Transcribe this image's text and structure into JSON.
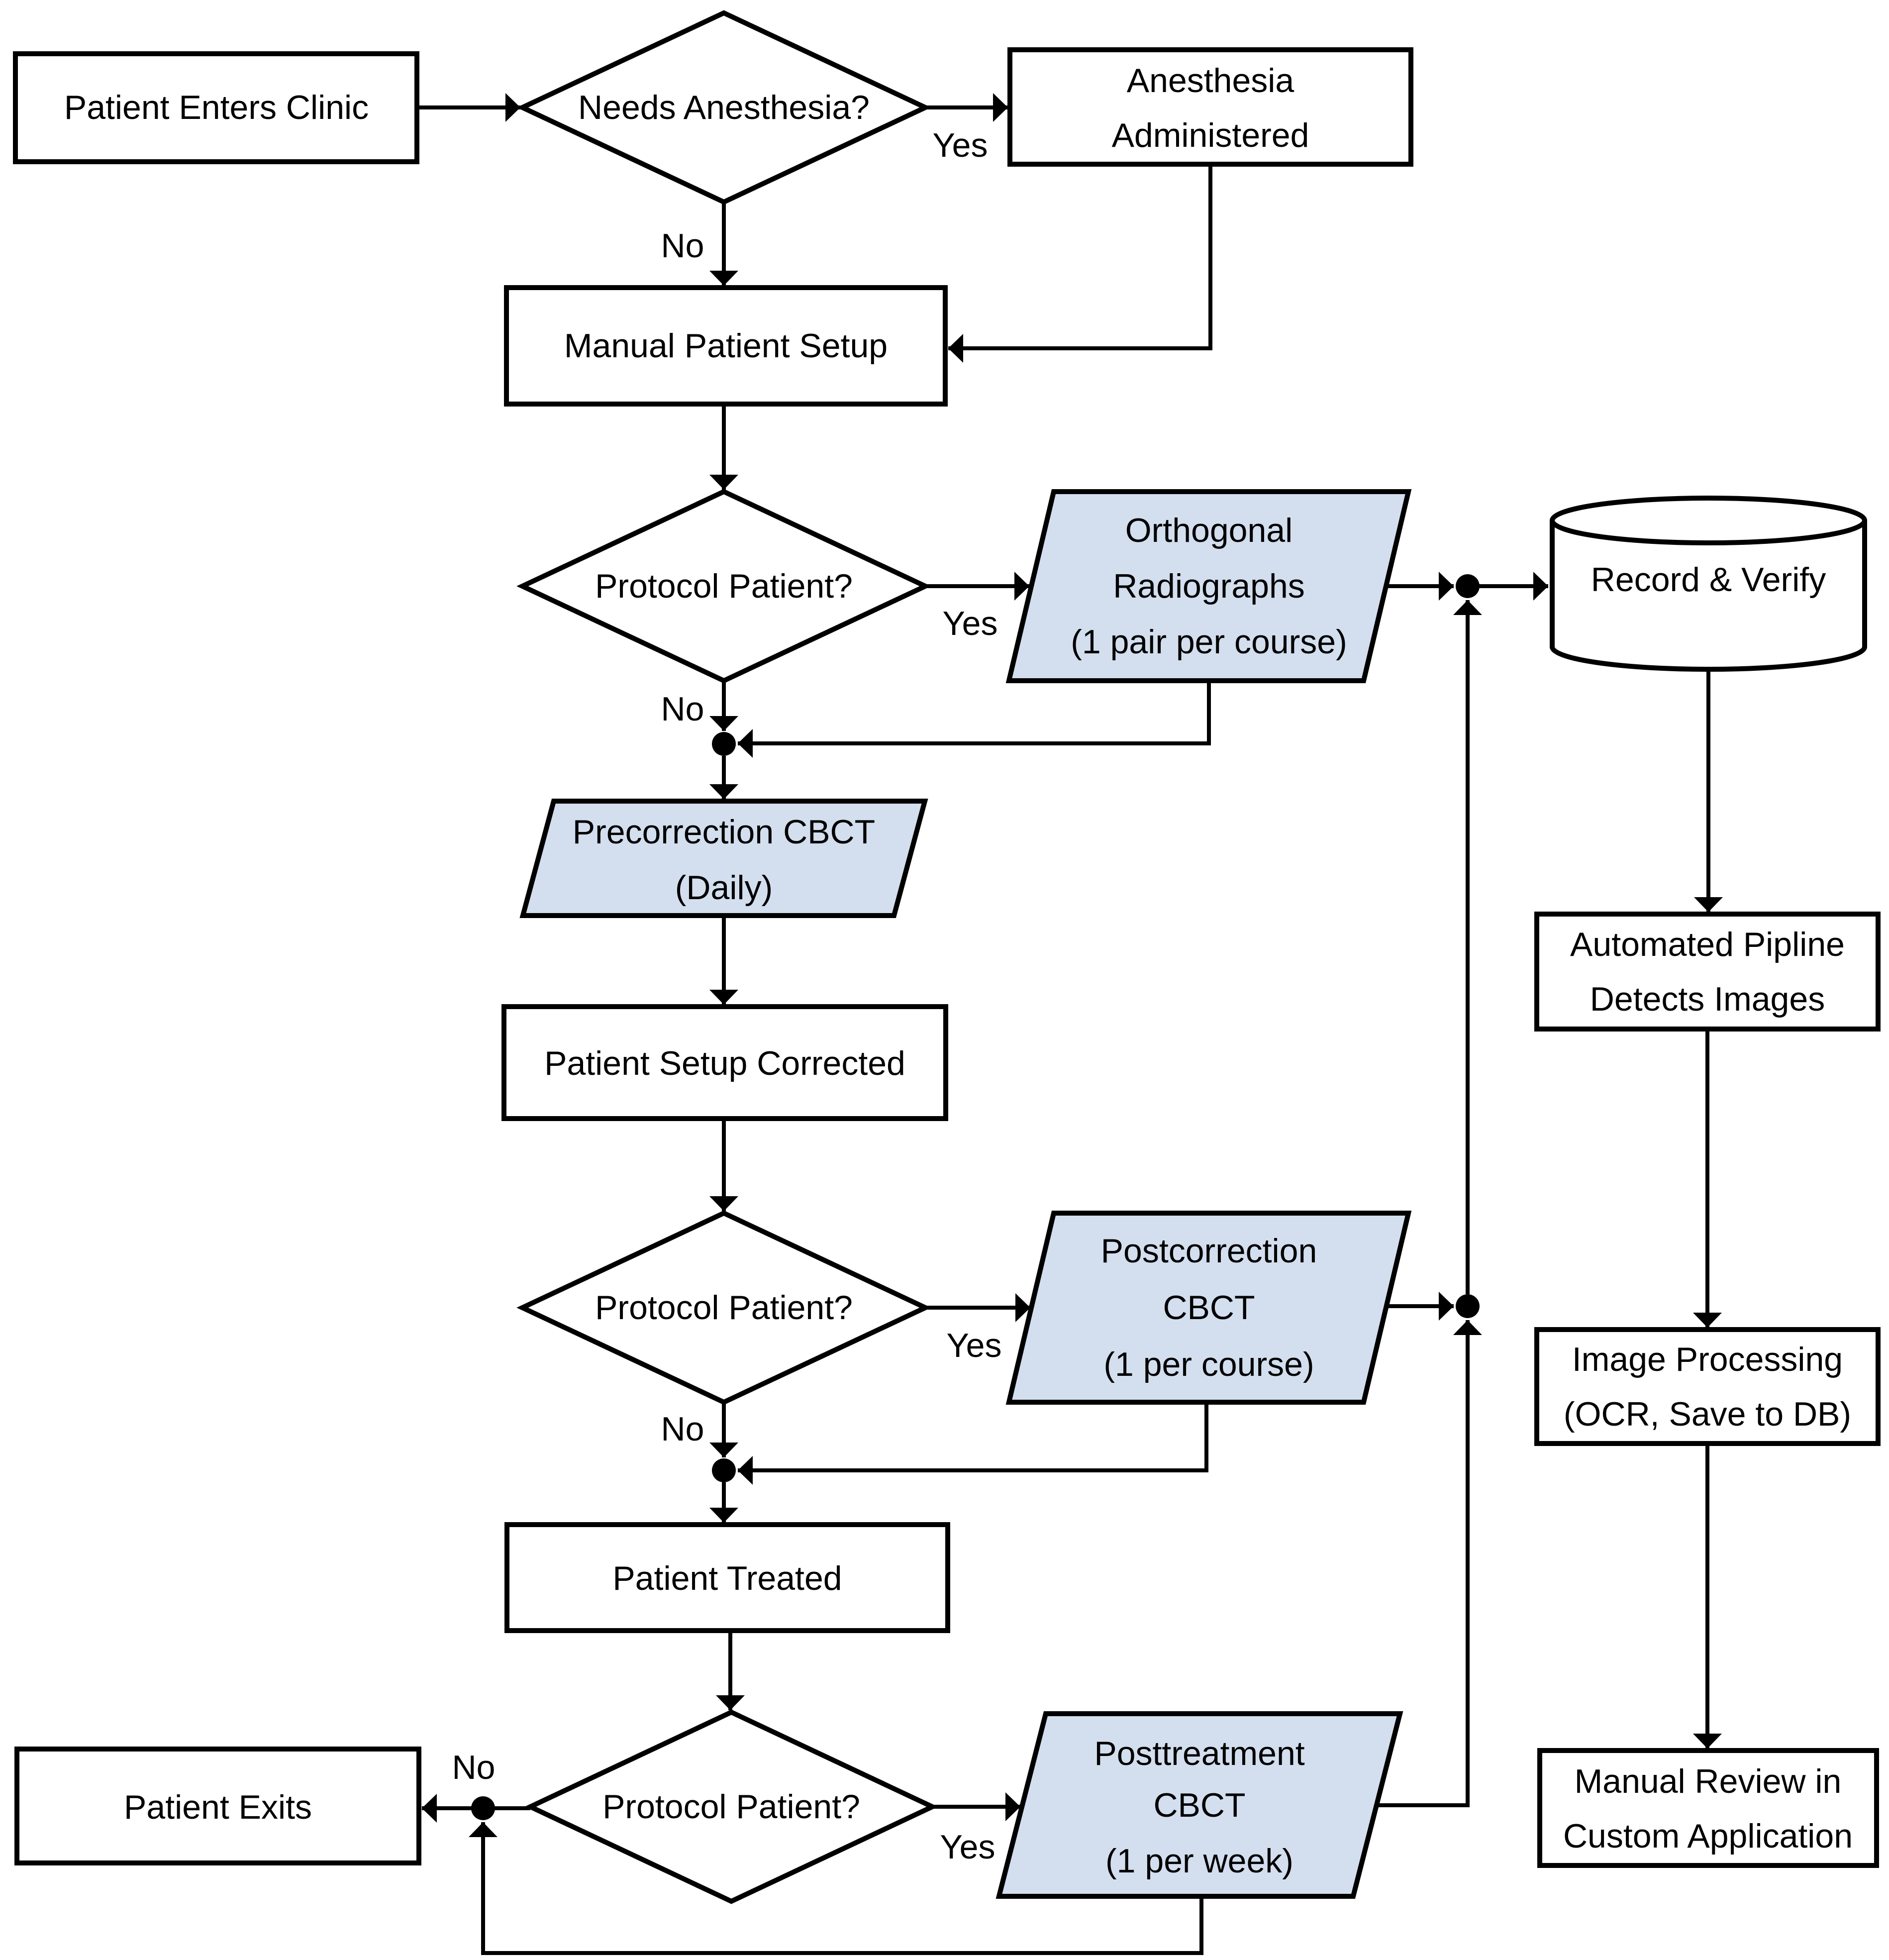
{
  "colors": {
    "background": "#ffffff",
    "line": "#000000",
    "io_fill": "#d3deee",
    "process_fill": "#ffffff"
  },
  "labels": {
    "yes": "Yes",
    "no": "No"
  },
  "nodes": {
    "patient_enters": {
      "label": "Patient Enters Clinic"
    },
    "needs_anesthesia": {
      "label": "Needs Anesthesia?"
    },
    "anesthesia_administered": {
      "lines": [
        "Anesthesia",
        "Administered"
      ]
    },
    "manual_patient_setup": {
      "label": "Manual Patient Setup"
    },
    "protocol_patient_1": {
      "label": "Protocol Patient?"
    },
    "orthogonal_radiographs": {
      "lines": [
        "Orthogonal",
        "Radiographs",
        "(1 pair per course)"
      ]
    },
    "record_and_verify": {
      "label": "Record & Verify"
    },
    "precorrection_cbct": {
      "lines": [
        "Precorrection CBCT",
        "(Daily)"
      ]
    },
    "patient_setup_corrected": {
      "label": "Patient Setup Corrected"
    },
    "protocol_patient_2": {
      "label": "Protocol Patient?"
    },
    "postcorrection_cbct": {
      "lines": [
        "Postcorrection",
        "CBCT",
        "(1 per course)"
      ]
    },
    "automated_pipeline_detects_images": {
      "lines": [
        "Automated Pipline",
        "Detects Images"
      ]
    },
    "image_processing": {
      "lines": [
        "Image Processing",
        "(OCR, Save to DB)"
      ]
    },
    "patient_treated": {
      "label": "Patient Treated"
    },
    "protocol_patient_3": {
      "label": "Protocol Patient?"
    },
    "posttreatment_cbct": {
      "lines": [
        "Posttreatment",
        "CBCT",
        "(1 per week)"
      ]
    },
    "patient_exits": {
      "label": "Patient Exits"
    },
    "manual_review": {
      "lines": [
        "Manual Review in",
        "Custom Application"
      ]
    }
  }
}
